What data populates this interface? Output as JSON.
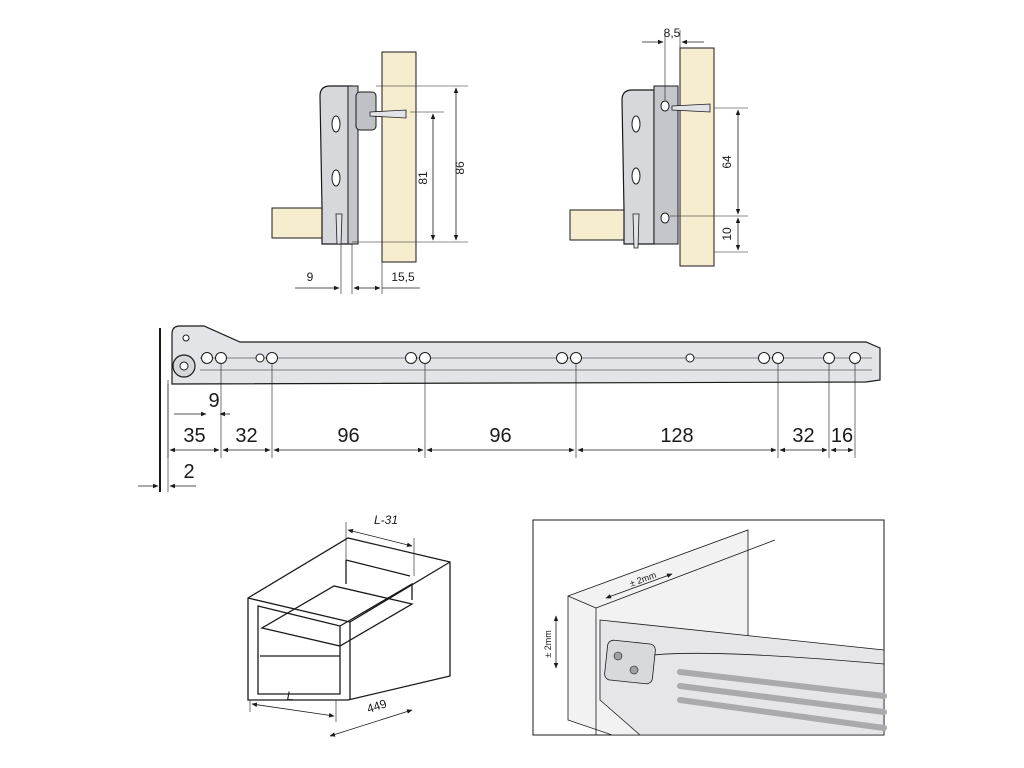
{
  "colors": {
    "wood": "#f6ecce",
    "wood_dark": "#ecdcae",
    "metal": "#d7d8dc",
    "metal_dark": "#a9abb1",
    "line": "#1a1a1a",
    "panel_bg": "#f3f3f3"
  },
  "fig1": {
    "dim_height_outer": "86",
    "dim_height_inner": "81",
    "dim_left": "9",
    "dim_right": "15,5"
  },
  "fig2": {
    "dim_top": "8,5",
    "dim_upper": "64",
    "dim_lower": "10"
  },
  "rail": {
    "dim_first_hole": "9",
    "dim_offset": "2",
    "spacing_labels": [
      "35",
      "32",
      "96",
      "96",
      "128",
      "32",
      "16"
    ]
  },
  "drawer": {
    "dim_top": "L-31",
    "dim_bottom": "L",
    "dim_side": "449"
  },
  "detail": {
    "tol_horizontal": "± 2mm",
    "tol_vertical": "± 2mm"
  }
}
